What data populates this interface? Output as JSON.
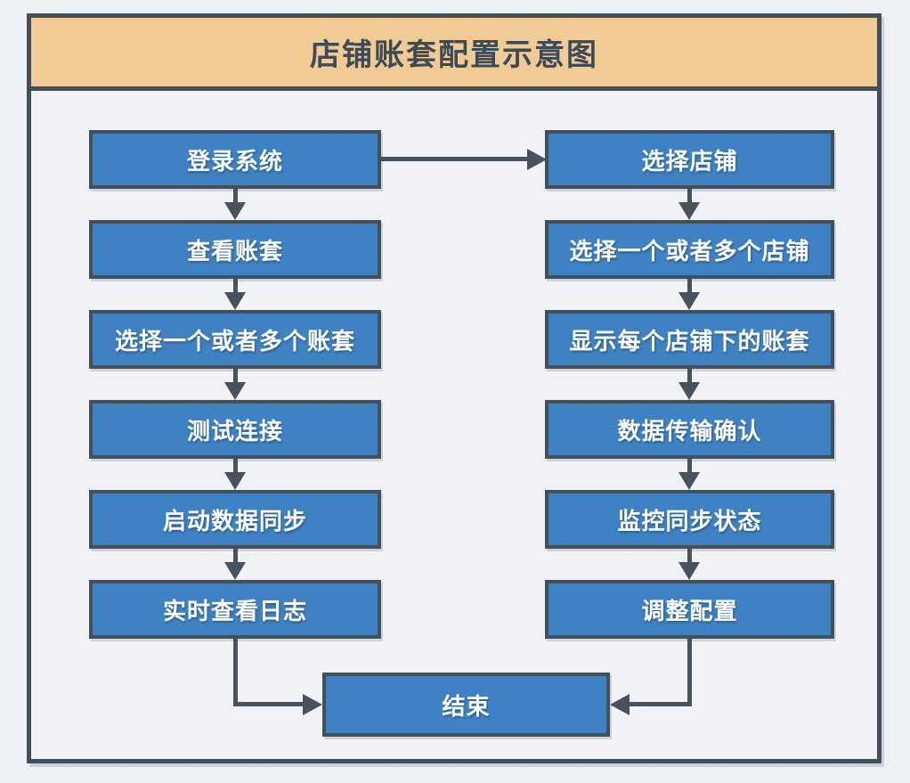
{
  "title": "店铺账套配置示意图",
  "palette": {
    "canvas_bg": "#eef1f5",
    "frame_border": "#42505c",
    "titlebar_bg": "#f0cb96",
    "title_text": "#3e4a56",
    "node_bg": "#3e82c4",
    "node_border": "#42505c",
    "node_text": "#ffffff",
    "connector": "#46525e"
  },
  "flow": {
    "left_column": [
      {
        "label": "登录系统"
      },
      {
        "label": "查看账套"
      },
      {
        "label": "选择一个或者多个账套"
      },
      {
        "label": "测试连接"
      },
      {
        "label": "启动数据同步"
      },
      {
        "label": "实时查看日志"
      }
    ],
    "right_column": [
      {
        "label": "选择店铺"
      },
      {
        "label": "选择一个或者多个店铺"
      },
      {
        "label": "显示每个店铺下的账套"
      },
      {
        "label": "数据传输确认"
      },
      {
        "label": "监控同步状态"
      },
      {
        "label": "调整配置"
      }
    ],
    "end_node": {
      "label": "结束"
    }
  }
}
